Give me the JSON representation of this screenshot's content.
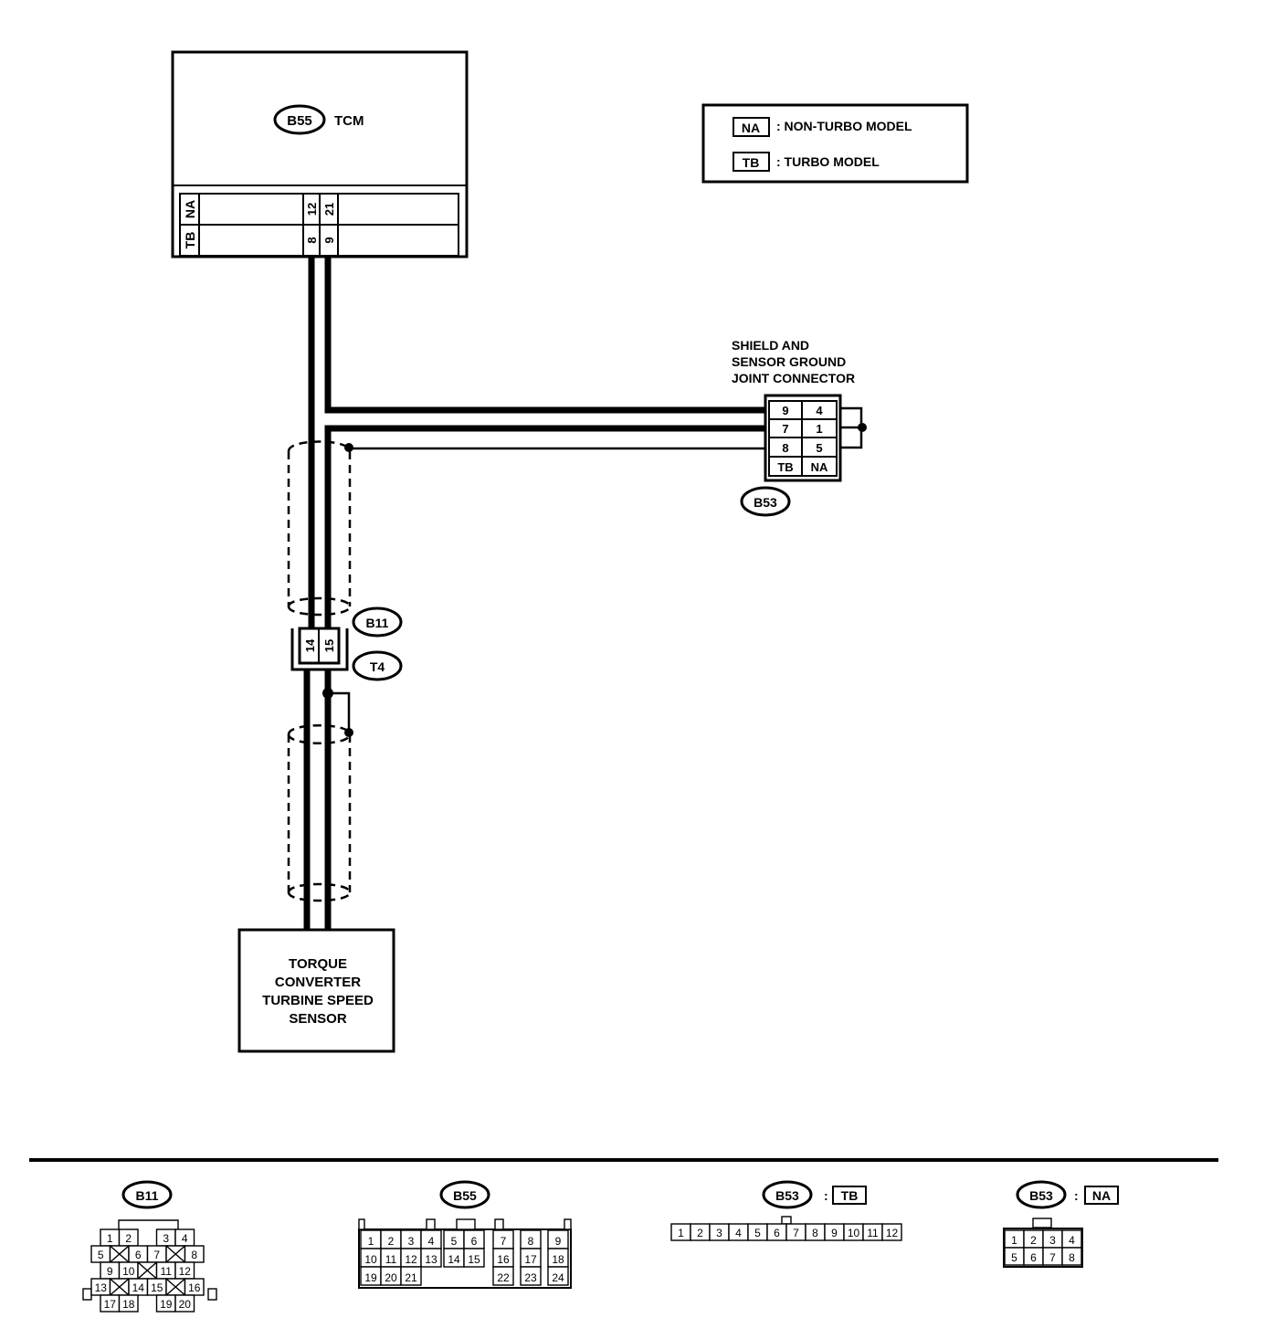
{
  "legend": {
    "na_code": "NA",
    "na_text": ": NON-TURBO MODEL",
    "tb_code": "TB",
    "tb_text": ": TURBO MODEL"
  },
  "tcm": {
    "connector": "B55",
    "label": "TCM",
    "row_na": {
      "code": "NA",
      "pins": [
        "12",
        "21"
      ]
    },
    "row_tb": {
      "code": "TB",
      "pins": [
        "8",
        "9"
      ]
    }
  },
  "joint_connector": {
    "label_lines": [
      "SHIELD AND",
      "SENSOR GROUND",
      "JOINT CONNECTOR"
    ],
    "connector": "B53",
    "rows": [
      [
        "9",
        "4"
      ],
      [
        "7",
        "1"
      ],
      [
        "8",
        "5"
      ]
    ],
    "footer": [
      "TB",
      "NA"
    ]
  },
  "intermediate": {
    "connector_upper": "B11",
    "connector_lower": "T4",
    "pins": [
      "14",
      "15"
    ]
  },
  "sensor": {
    "label_lines": [
      "TORQUE",
      "CONVERTER",
      "TURBINE SPEED",
      "SENSOR"
    ]
  },
  "faces": {
    "b11": {
      "label": "B11",
      "rows": [
        [
          "1",
          "2",
          "",
          "3",
          "4"
        ],
        [
          "5",
          "X",
          "6",
          "7",
          "X",
          "8"
        ],
        [
          "9",
          "10",
          "X",
          "11",
          "12"
        ],
        [
          "13",
          "X",
          "14",
          "15",
          "X",
          "16"
        ],
        [
          "17",
          "18",
          "",
          "19",
          "20"
        ]
      ]
    },
    "b55": {
      "label": "B55",
      "groups": [
        [
          [
            "1",
            "2",
            "3",
            "4"
          ],
          [
            "10",
            "11",
            "12",
            "13"
          ],
          [
            "19",
            "20",
            "21"
          ]
        ],
        [
          [
            "5",
            "6"
          ],
          [
            "14",
            "15"
          ]
        ],
        [
          [
            "7"
          ],
          [
            "16"
          ],
          [
            "22"
          ]
        ],
        [
          [
            "8"
          ],
          [
            "17"
          ],
          [
            "23"
          ]
        ],
        [
          [
            "9"
          ],
          [
            "18"
          ],
          [
            "24"
          ]
        ]
      ]
    },
    "b53_tb": {
      "label": "B53",
      "variant": "TB",
      "pins": [
        "1",
        "2",
        "3",
        "4",
        "5",
        "6",
        "7",
        "8",
        "9",
        "10",
        "11",
        "12"
      ]
    },
    "b53_na": {
      "label": "B53",
      "variant": "NA",
      "rows": [
        [
          "1",
          "2",
          "3",
          "4"
        ],
        [
          "5",
          "6",
          "7",
          "8"
        ]
      ]
    }
  },
  "colors": {
    "ink": "#000000",
    "paper": "#ffffff"
  }
}
